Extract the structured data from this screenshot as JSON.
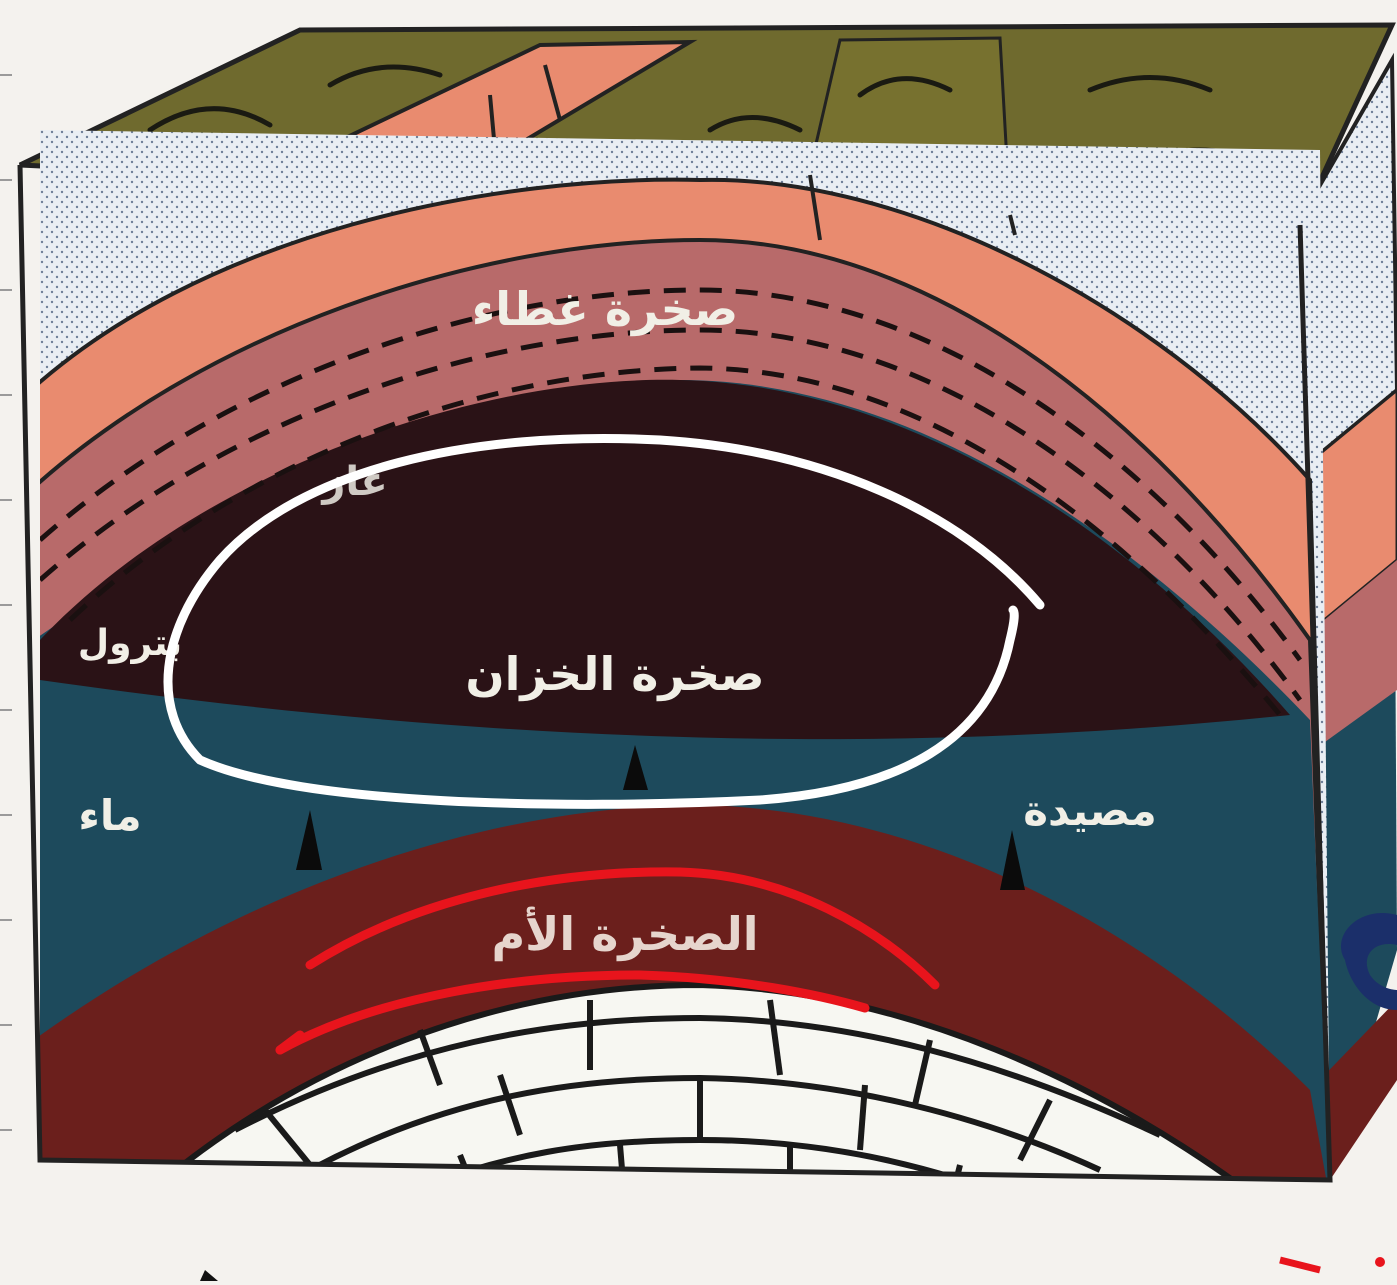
{
  "labels": {
    "cap_rock": "صخرة غطاء",
    "gas": "غاز",
    "oil": "بترول",
    "reservoir_rock": "صخرة الخزان",
    "water": "ماء",
    "trap": "مصيدة",
    "source_rock": "الصخرة الأم"
  },
  "colors": {
    "surface": "#6f6a2e",
    "sandstone": "#e98b6f",
    "cap_rock": "#b86a6a",
    "oil_gas": "#2a1216",
    "water": "#1d4a5c",
    "source_rock": "#6b1f1c",
    "limestone": "#f7f7f2",
    "white_annotation": "#ffffff",
    "red_annotation": "#e8141c"
  },
  "icons": [
    "scroll-arrow-icon"
  ]
}
